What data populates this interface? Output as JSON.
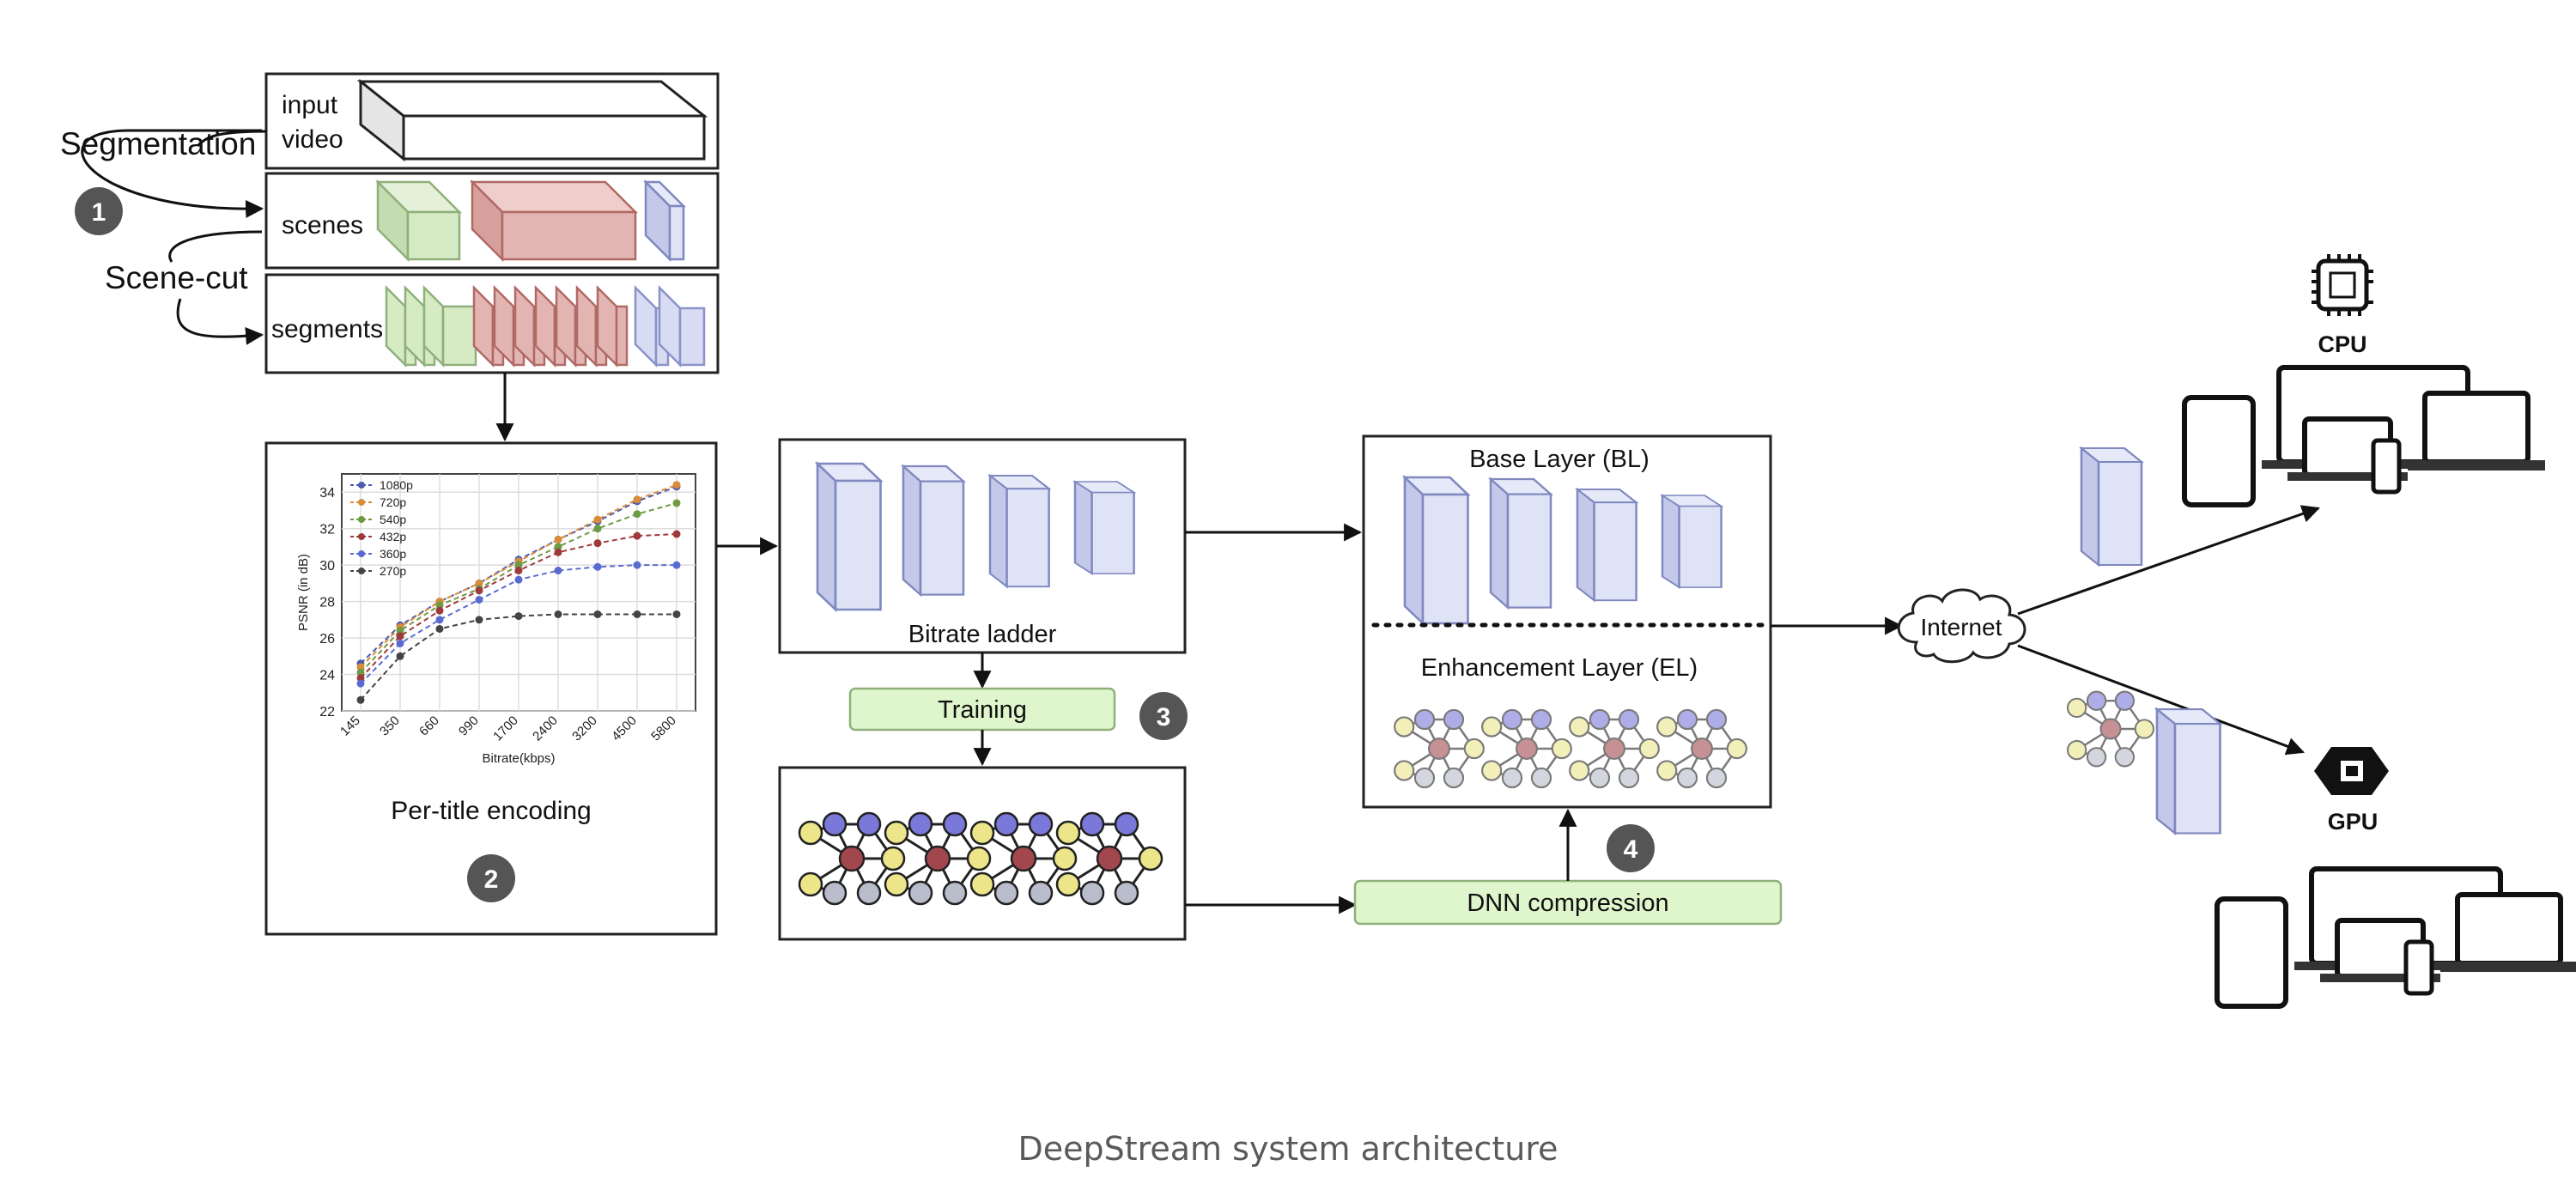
{
  "caption": "DeepStream system architecture",
  "segmentation": {
    "label": "Segmentation",
    "scene_cut_label": "Scene-cut",
    "input_video_line1": "input",
    "input_video_line2": "video",
    "scenes_label": "scenes",
    "segments_label": "segments"
  },
  "steps": {
    "s1": "1",
    "s2": "2",
    "s3": "3",
    "s4": "4"
  },
  "per_title": {
    "label": "Per-title encoding"
  },
  "bitrate_ladder": {
    "label": "Bitrate ladder"
  },
  "training": {
    "label": "Training"
  },
  "dnn_compression": {
    "label": "DNN compression"
  },
  "layers": {
    "base": "Base Layer (BL)",
    "enhancement": "Enhancement Layer (EL)"
  },
  "internet": {
    "label": "Internet"
  },
  "clients": {
    "cpu": "CPU",
    "gpu": "GPU"
  },
  "colors": {
    "green_fill": "#d6ebc4",
    "green_stroke": "#8fb07a",
    "red_fill": "#e3b5b2",
    "red_stroke": "#b06a66",
    "blue_fill": "#d8dcf3",
    "blue_stroke": "#8a93c8",
    "training_fill": "#dff5cc",
    "badge": "#555555"
  },
  "chart_data": {
    "type": "line",
    "title": "",
    "xlabel": "Bitrate(kbps)",
    "ylabel": "PSNR (in dB)",
    "x_ticks": [
      "145",
      "350",
      "660",
      "990",
      "1700",
      "2400",
      "3200",
      "4500",
      "5800"
    ],
    "y_ticks": [
      "22",
      "24",
      "26",
      "28",
      "30",
      "32",
      "34"
    ],
    "ylim": [
      22,
      35
    ],
    "grid": true,
    "legend_position": "top-left",
    "series": [
      {
        "name": "1080p",
        "color": "#4a5bb0",
        "values": [
          24.6,
          26.7,
          28.0,
          29.0,
          30.3,
          31.4,
          32.4,
          33.5,
          34.3
        ]
      },
      {
        "name": "720p",
        "color": "#d98c3a",
        "values": [
          24.4,
          26.6,
          28.0,
          29.0,
          30.2,
          31.4,
          32.5,
          33.6,
          34.4
        ]
      },
      {
        "name": "540p",
        "color": "#6e9a44",
        "values": [
          24.1,
          26.4,
          27.8,
          28.7,
          30.0,
          31.0,
          32.0,
          32.8,
          33.4
        ]
      },
      {
        "name": "432p",
        "color": "#9e3a3a",
        "values": [
          23.8,
          26.1,
          27.5,
          28.6,
          29.7,
          30.7,
          31.2,
          31.6,
          31.7
        ]
      },
      {
        "name": "360p",
        "color": "#5a6bd0",
        "values": [
          23.5,
          25.7,
          27.0,
          28.1,
          29.2,
          29.7,
          29.9,
          30.0,
          30.0
        ]
      },
      {
        "name": "270p",
        "color": "#444444",
        "values": [
          22.6,
          25.0,
          26.5,
          27.0,
          27.2,
          27.3,
          27.3,
          27.3,
          27.3
        ]
      }
    ]
  }
}
